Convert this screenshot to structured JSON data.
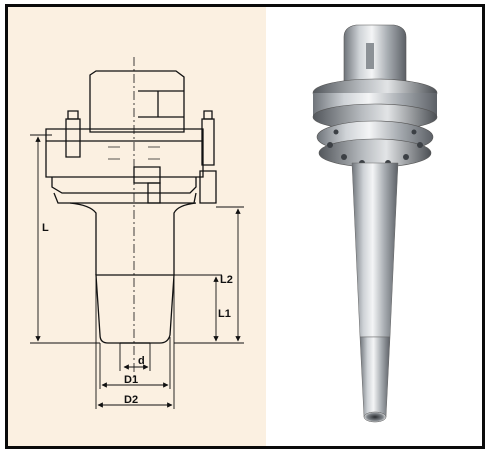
{
  "drawing": {
    "labels": {
      "L": "L",
      "L1": "L1",
      "L2": "L2",
      "d": "d",
      "D1": "D1",
      "D2": "D2"
    }
  },
  "photo": {
    "subject": "tool-holder-photo"
  },
  "colors": {
    "drawing_background": "#fbf0e1",
    "frame": "#0a0a0a",
    "ink": "#111111"
  }
}
